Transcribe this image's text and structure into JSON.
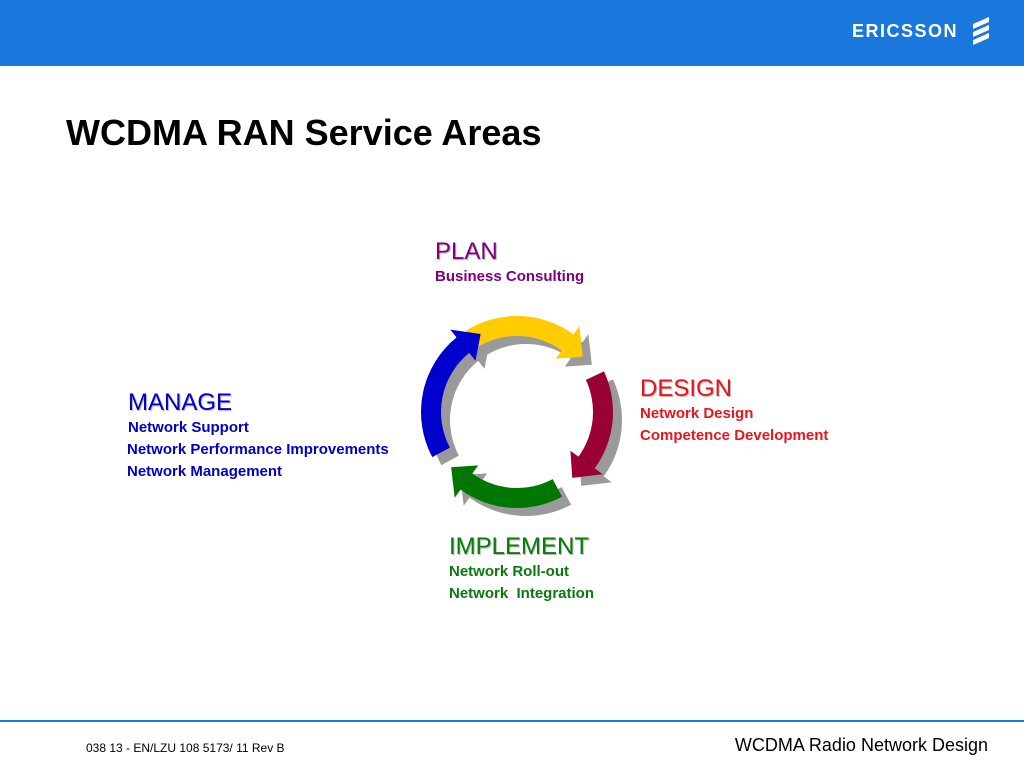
{
  "brand": {
    "name": "ERICSSON",
    "icon": "ericsson-logo-icon",
    "color": "#1a77dc"
  },
  "title": "WCDMA RAN Service Areas",
  "plan": {
    "heading": "PLAN",
    "items": [
      "Business Consulting"
    ],
    "color": "#800080"
  },
  "design": {
    "heading": "DESIGN",
    "items": [
      "Network Design",
      "Competence Development"
    ],
    "color": "#e8141e"
  },
  "implement": {
    "heading": "IMPLEMENT",
    "items": [
      "Network Roll-out",
      "Network  Integration"
    ],
    "color": "#0a7a0a"
  },
  "manage": {
    "heading": "MANAGE",
    "items": [
      "Network Support",
      "Network Performance Improvements",
      "Network Management"
    ],
    "color": "#0000c8"
  },
  "cycle_colors": {
    "plan": "#ffcc00",
    "design": "#990033",
    "implement": "#007700",
    "manage": "#0000cc",
    "shadow": "#9a9a9a"
  },
  "footer": {
    "doc_id": "038 13 - EN/LZU 108 5173/ 11 Rev B",
    "course": "WCDMA Radio Network Design"
  }
}
